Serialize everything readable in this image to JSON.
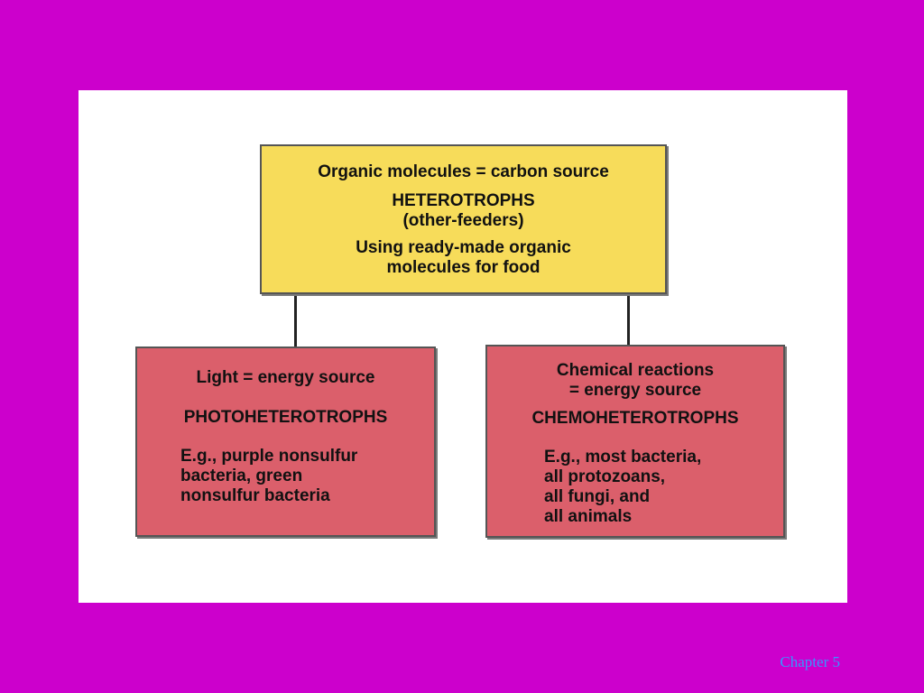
{
  "diagram": {
    "top_box": {
      "line1": "Organic molecules = carbon source",
      "title": "HETEROTROPHS",
      "subtitle": "(other-feeders)",
      "description": "Using ready-made organic\nmolecules for food"
    },
    "left_box": {
      "energy": "Light = energy source",
      "title": "PHOTOHETEROTROPHS",
      "examples": "E.g., purple nonsulfur\nbacteria, green\nnonsulfur bacteria"
    },
    "right_box": {
      "energy": "Chemical reactions\n= energy source",
      "title": "CHEMOHETEROTROPHS",
      "examples": "E.g., most bacteria,\nall protozoans,\nall fungi, and\nall animals"
    }
  },
  "footer": {
    "label": "Chapter 5"
  },
  "colors": {
    "background": "#cc00cc",
    "top_box": "#f7dc5a",
    "bottom_boxes": "#db5f6b",
    "footer_text": "#3399ff"
  }
}
